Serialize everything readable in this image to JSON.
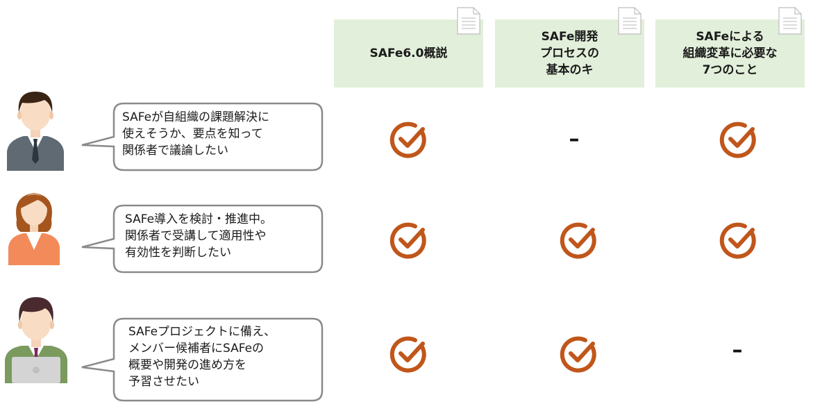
{
  "columns": [
    {
      "label": "SAFe6.0概説"
    },
    {
      "label": "SAFe開発\nプロセスの\n基本のキ"
    },
    {
      "label": "SAFeによる\n組織変革に必要な\n7つのこと"
    }
  ],
  "personas": [
    {
      "text": "SAFeが自組織の課題解決に\n使えそうか、要点を知って\n関係者で議論したい",
      "icon": "businessman-icon"
    },
    {
      "text": "SAFe導入を検討・推進中。\n関係者で受講して適用性や\n有効性を判断したい",
      "icon": "businesswoman-icon"
    },
    {
      "text": "SAFeプロジェクトに備え、\nメンバー候補者にSAFeの\n概要や開発の進め方を\n予習させたい",
      "icon": "laptop-worker-icon"
    }
  ],
  "matrix": [
    [
      "check",
      "–",
      "check"
    ],
    [
      "check",
      "check",
      "check"
    ],
    [
      "check",
      "check",
      "–"
    ]
  ],
  "colors": {
    "header_bg": "#e2efda",
    "check": "#c0561b",
    "bubble_border": "#8a8a8a"
  }
}
